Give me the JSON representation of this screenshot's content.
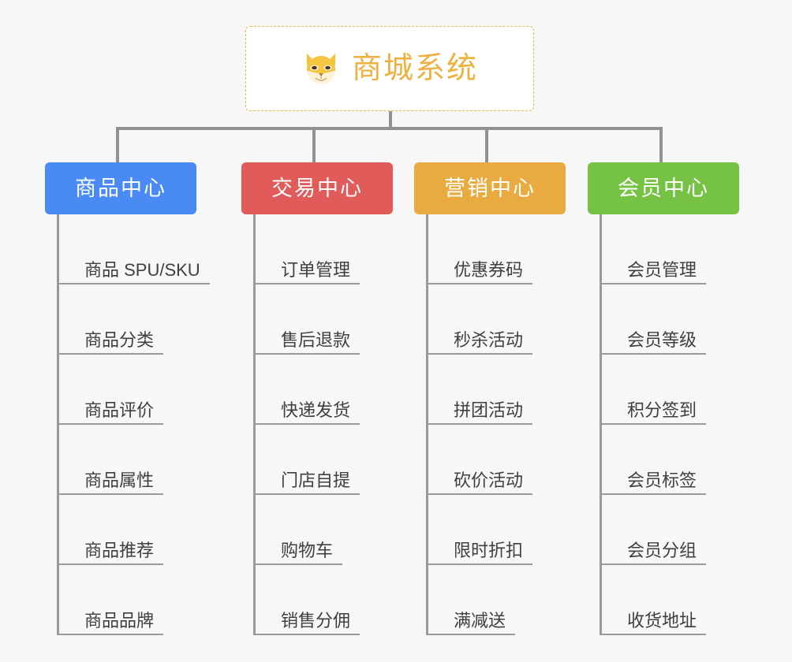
{
  "page": {
    "background_color": "#f7f7f7",
    "connector_color": "#919191",
    "leaf_line_color": "#9a9a9a",
    "leaf_text_color": "#3c4043"
  },
  "root": {
    "title": "商城系统",
    "icon": "shiba-inu-icon",
    "text_color": "#f0b040",
    "border_color": "#e9b84e",
    "background_color": "#ffffff"
  },
  "categories": [
    {
      "label": "商品中心",
      "color": "#4a8af4",
      "items": [
        "商品 SPU/SKU",
        "商品分类",
        "商品评价",
        "商品属性",
        "商品推荐",
        "商品品牌"
      ]
    },
    {
      "label": "交易中心",
      "color": "#e15b5b",
      "items": [
        "订单管理",
        "售后退款",
        "快递发货",
        "门店自提",
        "购物车",
        "销售分佣"
      ]
    },
    {
      "label": "营销中心",
      "color": "#e9ab3f",
      "items": [
        "优惠券码",
        "秒杀活动",
        "拼团活动",
        "砍价活动",
        "限时折扣",
        "满减送"
      ]
    },
    {
      "label": "会员中心",
      "color": "#76c245",
      "items": [
        "会员管理",
        "会员等级",
        "积分签到",
        "会员标签",
        "会员分组",
        "收货地址"
      ]
    }
  ]
}
